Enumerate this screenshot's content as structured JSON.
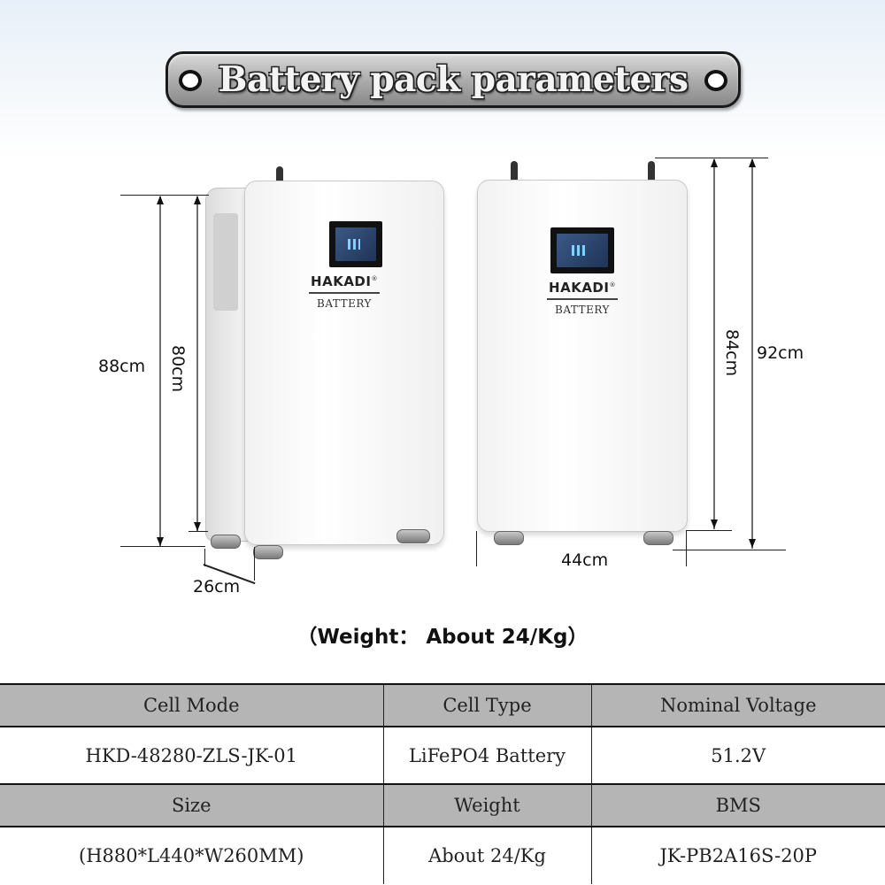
{
  "header": {
    "title": "Battery pack parameters"
  },
  "products": [
    {
      "view": "angled",
      "brand": "HAKADI",
      "brand_mark": "®",
      "sub_brand": "BATTERY"
    },
    {
      "view": "front",
      "brand": "HAKADI",
      "brand_mark": "®",
      "sub_brand": "BATTERY"
    }
  ],
  "dimensions": {
    "left_outer_height": "88cm",
    "left_body_height": "80cm",
    "left_depth": "26cm",
    "right_body_height": "84cm",
    "right_outer_height": "92cm",
    "right_width": "44cm"
  },
  "weight_caption": "（Weight： About  24/Kg）",
  "spec_table": {
    "rows": [
      {
        "type": "head",
        "cells": [
          "Cell Mode",
          "Cell Type",
          "Nominal Voltage"
        ]
      },
      {
        "type": "value",
        "cells": [
          "HKD-48280-ZLS-JK-01",
          "LiFePO4 Battery",
          "51.2V"
        ]
      },
      {
        "type": "head",
        "cells": [
          "Size",
          "Weight",
          "BMS"
        ]
      },
      {
        "type": "value",
        "cells": [
          "(H880*L440*W260MM)",
          "About  24/Kg",
          "JK-PB2A16S-20P"
        ]
      }
    ]
  },
  "colors": {
    "table_header_bg": "#b5b5b5",
    "plate_gray": "#a9a9a9",
    "background_top": "#e7eff8"
  }
}
